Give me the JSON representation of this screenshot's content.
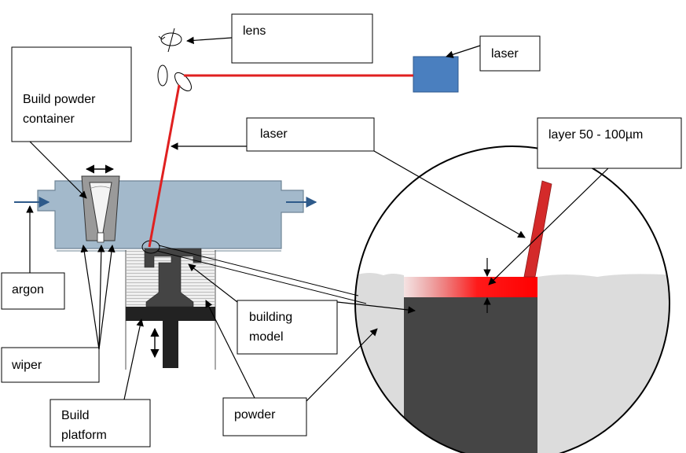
{
  "labels": {
    "lens": "lens",
    "laser_top": "laser",
    "build_powder_container_line1": "Build powder",
    "build_powder_container_line2": "container",
    "laser_beam": "laser",
    "layer": "layer  50 - 100µm",
    "argon": "argon",
    "building_model_line1": "building",
    "building_model_line2": "model",
    "wiper": "wiper",
    "build_platform_line1": "Build",
    "build_platform_line2": "platform",
    "powder": "powder"
  },
  "colors": {
    "chamber": "#a3b9cb",
    "chamber_stroke": "#6f8596",
    "laser_beam": "#e02020",
    "laser_source": "#4a7fbf",
    "model": "#444444",
    "platform": "#222222",
    "powder": "#e8e8e8",
    "flow_arrow": "#2e5a8a",
    "melt_red": "#ff0000"
  }
}
